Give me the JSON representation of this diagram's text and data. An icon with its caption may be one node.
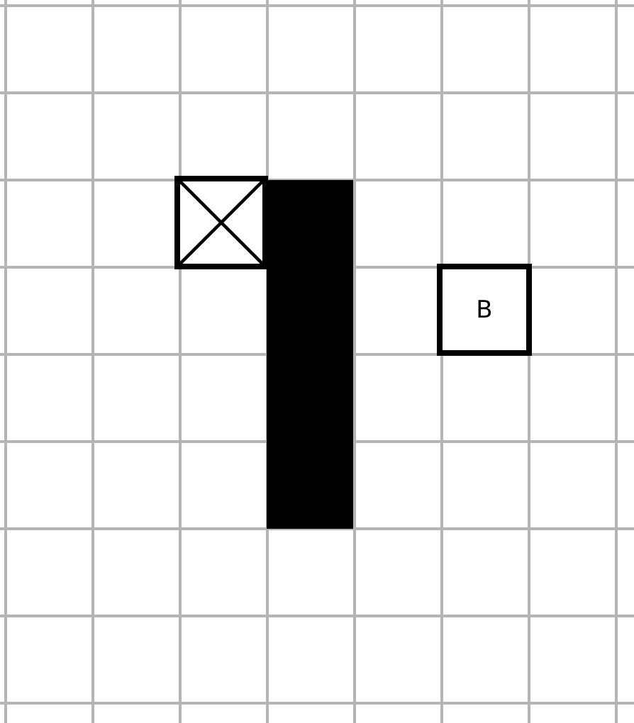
{
  "diagram": {
    "nodes": [
      {
        "text": [],
        "shape": "box"
      },
      {
        "text": [],
        "shape": "bar"
      },
      {
        "text": [
          "B"
        ]
      }
    ]
  }
}
